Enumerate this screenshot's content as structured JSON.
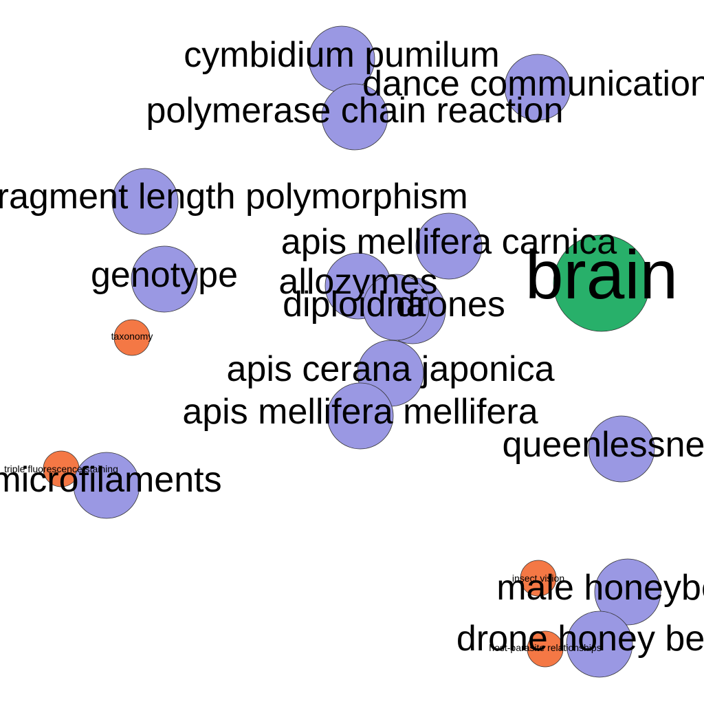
{
  "colors": {
    "background": "#ffffff",
    "blue_node": "#9a98e3",
    "green_node": "#28b06a",
    "orange_node": "#f47845",
    "stroke": "#333333"
  },
  "nodes": [
    {
      "id": "cymbidium",
      "label": "cymbidium pumilum",
      "group": "blue"
    },
    {
      "id": "dance",
      "label": "dance communication",
      "group": "blue"
    },
    {
      "id": "pcr",
      "label": "polymerase chain reaction",
      "group": "blue"
    },
    {
      "id": "rflp",
      "label": "restriction fragment length polymorphism",
      "group": "blue"
    },
    {
      "id": "carnica",
      "label": "apis mellifera carnica",
      "group": "blue"
    },
    {
      "id": "brain",
      "label": "brain",
      "group": "green"
    },
    {
      "id": "genotype",
      "label": "genotype",
      "group": "blue"
    },
    {
      "id": "allozymes",
      "label": "allozymes",
      "group": "blue"
    },
    {
      "id": "diploid",
      "label": "diploid drones",
      "group": "blue"
    },
    {
      "id": "dna",
      "label": "dna",
      "group": "blue"
    },
    {
      "id": "taxonomy",
      "label": "taxonomy",
      "group": "orange"
    },
    {
      "id": "cerana",
      "label": "apis cerana japonica",
      "group": "blue"
    },
    {
      "id": "mellifera",
      "label": "apis mellifera mellifera",
      "group": "blue"
    },
    {
      "id": "queenless",
      "label": "queenlessness",
      "group": "blue"
    },
    {
      "id": "triple",
      "label": "triple fluorescence staining",
      "group": "orange"
    },
    {
      "id": "microfilaments",
      "label": "microfilaments",
      "group": "blue"
    },
    {
      "id": "insectvision",
      "label": "insect vision",
      "group": "orange"
    },
    {
      "id": "male",
      "label": "male honeybees",
      "group": "blue"
    },
    {
      "id": "drone",
      "label": "drone honey bees",
      "group": "blue"
    },
    {
      "id": "hostparasite",
      "label": "host-parasite relationships",
      "group": "orange"
    }
  ]
}
